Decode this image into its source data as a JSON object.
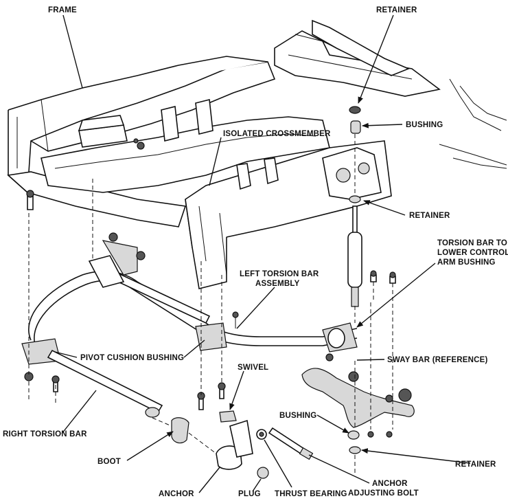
{
  "labels": {
    "frame": "FRAME",
    "retainer_top": "RETAINER",
    "bushing_top": "BUSHING",
    "isolated_crossmember": "ISOLATED CROSSMEMBER",
    "retainer_mid": "RETAINER",
    "torsion_bar_to_lower_line1": "TORSION BAR TO",
    "torsion_bar_to_lower_line2": "LOWER CONTROL",
    "torsion_bar_to_lower_line3": "ARM BUSHING",
    "left_torsion_line1": "LEFT TORSION BAR",
    "left_torsion_line2": "ASSEMBLY",
    "pivot_cushion_bushing": "PIVOT CUSHION BUSHING",
    "sway_bar": "SWAY BAR (REFERENCE)",
    "swivel": "SWIVEL",
    "right_torsion_bar": "RIGHT TORSION BAR",
    "bushing_bottom": "BUSHING",
    "boot": "BOOT",
    "retainer_bottom": "RETAINER",
    "anchor_adjusting_line1": "ANCHOR",
    "anchor_adjusting_line2": "ADJUSTING BOLT",
    "anchor": "ANCHOR",
    "plug": "PLUG",
    "thrust_bearing": "THRUST BEARING"
  }
}
